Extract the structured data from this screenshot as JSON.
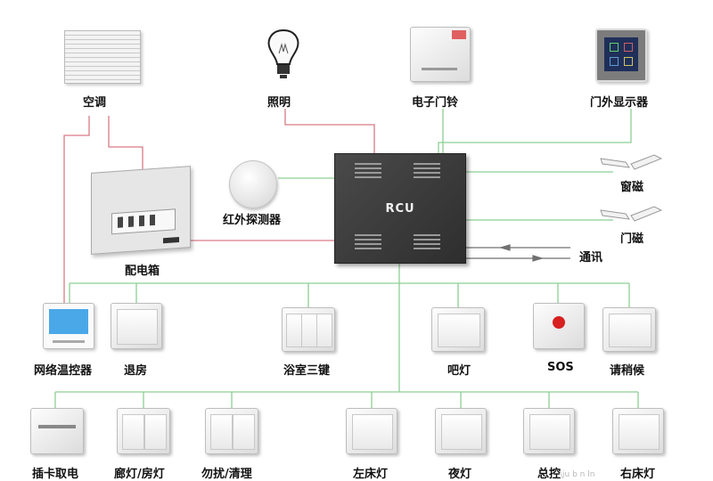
{
  "rcu": {
    "label": "RCU"
  },
  "devices": {
    "aircon": "空调",
    "lighting": "照明",
    "doorbell": "电子门铃",
    "door_display": "门外显示器",
    "window_sensor": "窗磁",
    "door_sensor": "门磁",
    "comm": "通讯",
    "ir_detector": "红外探测器",
    "distribution_box": "配电箱",
    "thermostat": "网络温控器",
    "checkout": "退房",
    "bath_switch": "浴室三键",
    "bar_light": "吧灯",
    "sos": "SOS",
    "wait_request": "请稍候",
    "card_power": "插卡取电",
    "corridor_room_light": "廊灯/房灯",
    "dnd_clean": "勿扰/清理",
    "left_bed_light": "左床灯",
    "night_light": "夜灯",
    "master_switch": "总控",
    "right_bed_light": "右床灯"
  },
  "colors": {
    "bus_line": "#8ccf93",
    "power_line": "#d97b86",
    "comm_line": "#707070"
  },
  "watermark": "\\ju  b    n  ln"
}
